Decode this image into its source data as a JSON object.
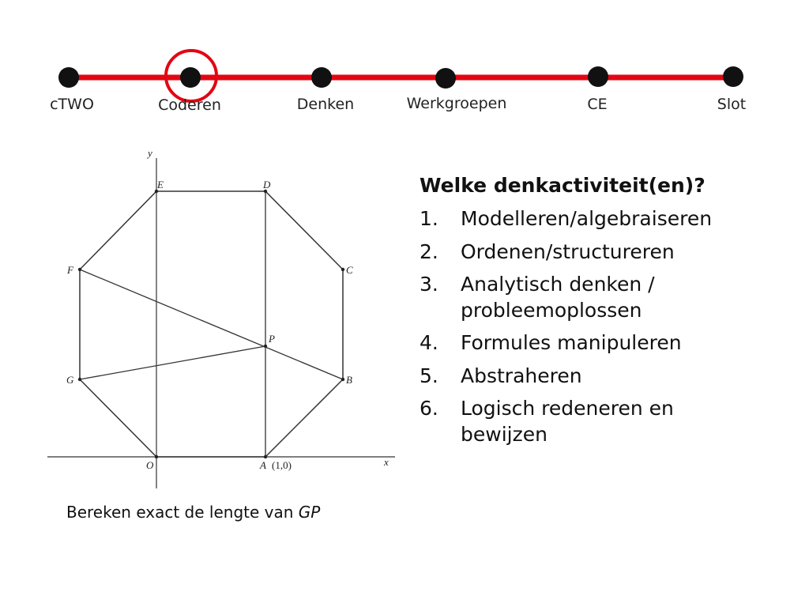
{
  "timeline": {
    "steps": [
      {
        "label": "cTWO"
      },
      {
        "label": "Coderen",
        "current": true
      },
      {
        "label": "Denken"
      },
      {
        "label": "Werkgroepen"
      },
      {
        "label": "CE"
      },
      {
        "label": "Slot"
      }
    ],
    "line_color": "#e30613",
    "dot_color": "#111111",
    "highlight_color": "#e30613"
  },
  "figure": {
    "axis_x_label": "x",
    "axis_y_label": "y",
    "vertices": {
      "A": "A",
      "B": "B",
      "C": "C",
      "D": "D",
      "E": "E",
      "F": "F",
      "G": "G",
      "O": "O",
      "P": "P"
    },
    "a_coordinates": "(1,0)"
  },
  "caption": {
    "text": "Bereken exact de lengte van",
    "segment": "GP"
  },
  "question": {
    "title": "Welke denkactiviteit(en)?",
    "items": [
      {
        "number": "1.",
        "text": "Modelleren/algebraiseren"
      },
      {
        "number": "2.",
        "text": "Ordenen/structureren"
      },
      {
        "number": "3.",
        "text": "Analytisch denken / probleemoplossen"
      },
      {
        "number": "4.",
        "text": "Formules manipuleren"
      },
      {
        "number": "5.",
        "text": "Abstraheren"
      },
      {
        "number": "6.",
        "text": "Logisch redeneren en bewijzen"
      }
    ]
  }
}
